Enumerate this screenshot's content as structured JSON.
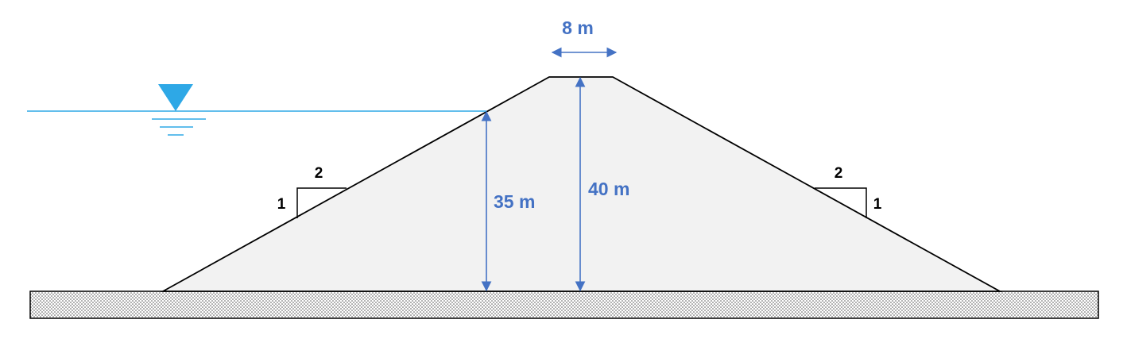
{
  "colors": {
    "dimension": "#4472C4",
    "water": "#2EA8E6",
    "dam_fill": "#F2F2F2",
    "outline": "#000000",
    "foundation_dots": "#555555"
  },
  "labels": {
    "crest_width": "8 m",
    "water_depth": "35 m",
    "dam_height": "40 m",
    "upstream_slope_horizontal": "2",
    "upstream_slope_vertical": "1",
    "downstream_slope_horizontal": "2",
    "downstream_slope_vertical": "1"
  },
  "icons": {
    "water_level": "water-level-triangle-icon"
  }
}
